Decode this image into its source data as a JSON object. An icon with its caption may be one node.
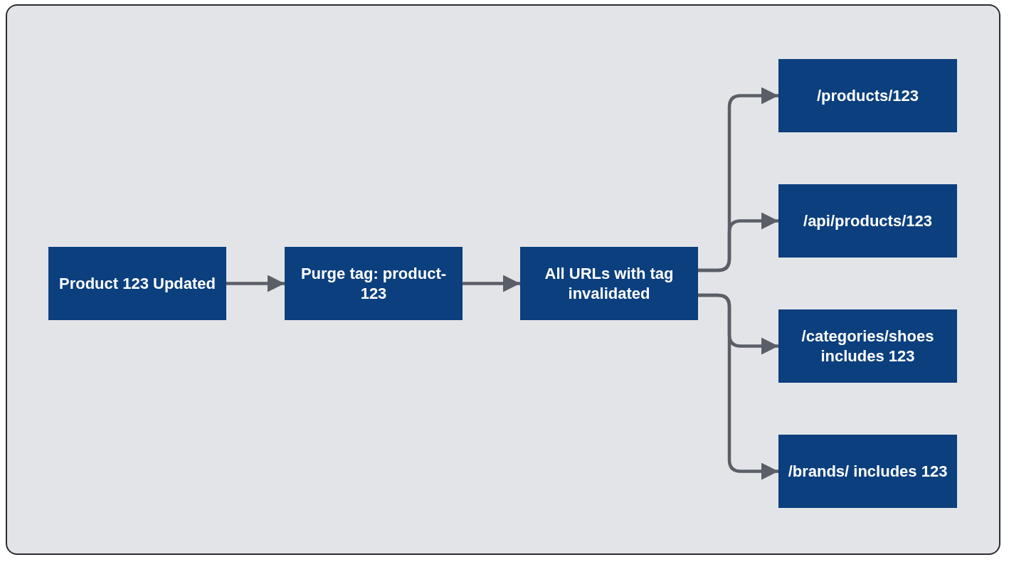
{
  "diagram": {
    "nodes": [
      {
        "text": [
          "Product 123 Updated"
        ]
      },
      {
        "text": [
          "Purge tag: product-123"
        ]
      },
      {
        "text": [
          "All URLs with tag invalidated"
        ]
      },
      {
        "text": [
          "/products/123"
        ]
      },
      {
        "text": [
          "/api/products/123"
        ]
      },
      {
        "text": [
          "/categories/shoes includes 123"
        ]
      },
      {
        "text": [
          "/brands/ includes 123"
        ]
      }
    ],
    "edges": [
      {
        "from": 0,
        "to": 1,
        "arrow": "to"
      },
      {
        "from": 1,
        "to": 2,
        "arrow": "to"
      },
      {
        "from": 2,
        "to": 3,
        "arrow": "to"
      },
      {
        "from": 2,
        "to": 4,
        "arrow": "to"
      },
      {
        "from": 2,
        "to": 5,
        "arrow": "to"
      },
      {
        "from": 2,
        "to": 6,
        "arrow": "to"
      }
    ]
  }
}
